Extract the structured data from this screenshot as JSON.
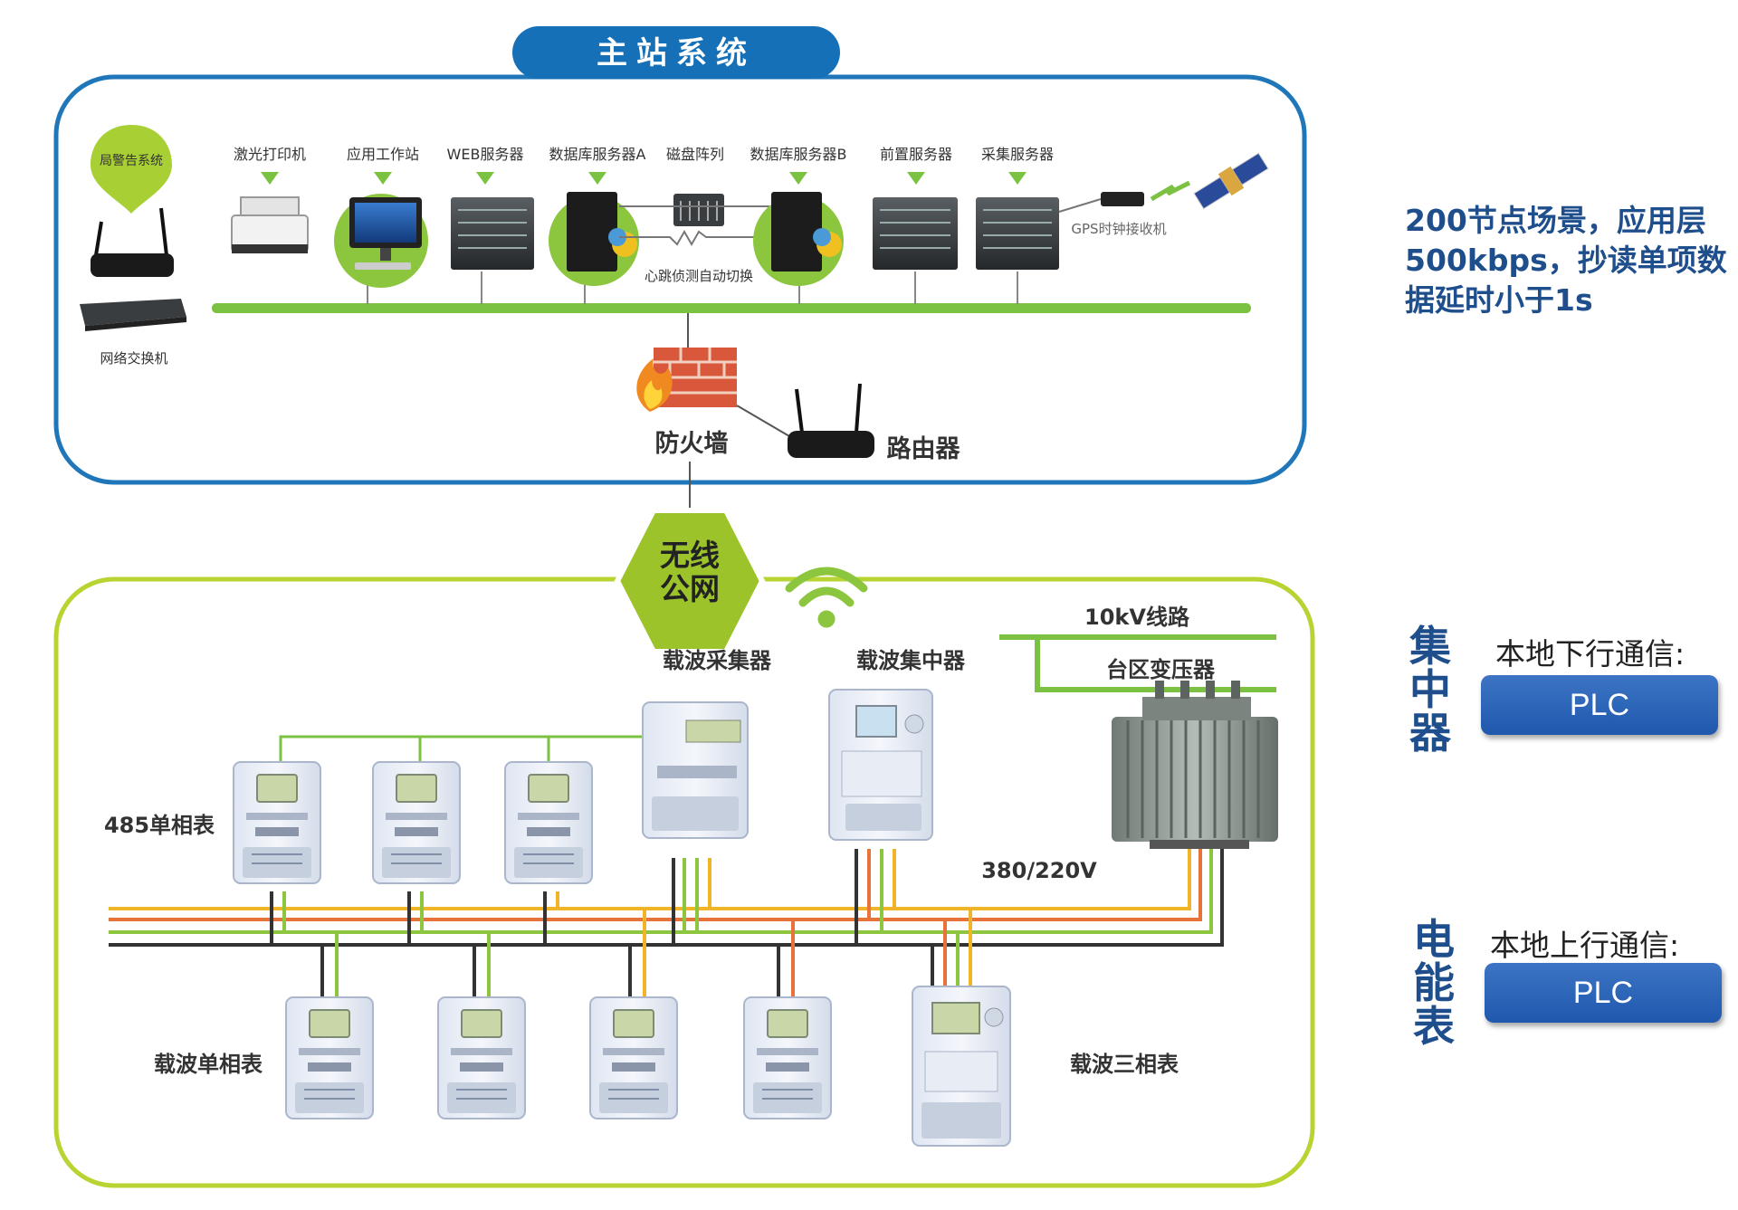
{
  "master": {
    "title": "主站系统",
    "alarm_system": "局警告系统",
    "switch_label": "网络交换机",
    "devices": [
      "激光打印机",
      "应用工作站",
      "WEB服务器",
      "数据库服务器A",
      "磁盘阵列",
      "数据库服务器B",
      "前置服务器",
      "采集服务器"
    ],
    "gps_label": "GPS时钟接收机",
    "heartbeat_label": "心跳侦测自动切换",
    "firewall_label": "防火墙",
    "router_label": "路由器"
  },
  "network": {
    "wireless_line1": "无线",
    "wireless_line2": "公网"
  },
  "field": {
    "carrier_collector": "载波采集器",
    "carrier_concentrator": "载波集中器",
    "line_10kv": "10kV线路",
    "transformer": "台区变压器",
    "meter_485": "485单相表",
    "voltage": "380/220V",
    "carrier_single_phase": "载波单相表",
    "carrier_three_phase": "载波三相表"
  },
  "side": {
    "note": "200节点场景，应用层500kbps，抄读单项数据延时小于1s",
    "concentrator": {
      "heading": "集中器",
      "comm_label": "本地下行通信:",
      "protocol": "PLC"
    },
    "meter": {
      "heading": "电能表",
      "comm_label": "本地上行通信:",
      "protocol": "PLC"
    }
  },
  "colors": {
    "blue_frame": "#1f76b8",
    "green_frame": "#b8d432",
    "bus_green": "#7cc242",
    "title_blue": "#1570b8",
    "hex_green": "#9cc42a",
    "accent_blue": "#1f4e8c",
    "wire_yellow": "#f0b428",
    "wire_orange": "#e8733a",
    "wire_green": "#8cc63e",
    "wire_black": "#333333"
  },
  "icons": [
    "location-pin-icon",
    "router-icon",
    "network-switch-icon",
    "printer-icon",
    "monitor-icon",
    "server-rack-icon",
    "disk-array-icon",
    "gps-receiver-icon",
    "satellite-icon",
    "firewall-icon",
    "wifi-icon",
    "electric-meter-icon",
    "transformer-icon"
  ]
}
